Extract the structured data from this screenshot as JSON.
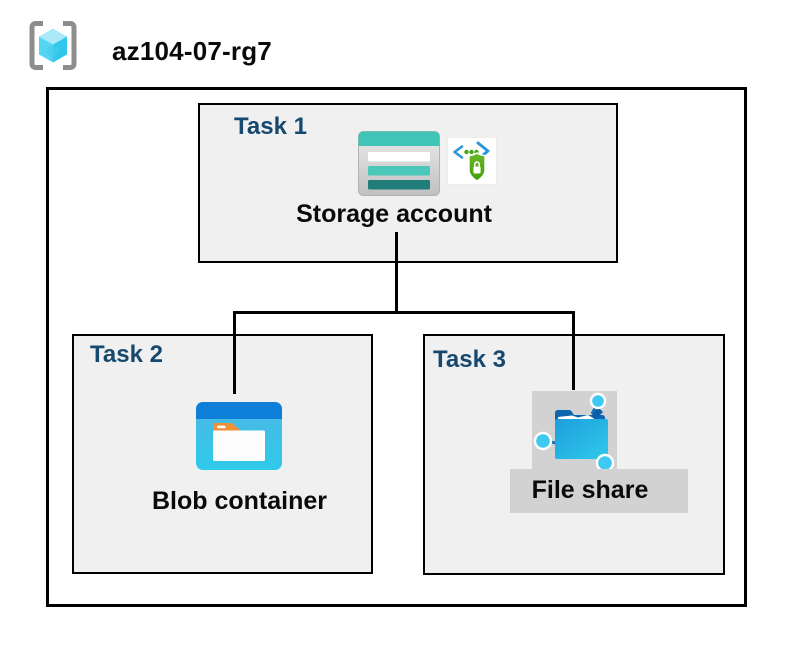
{
  "header": {
    "title": "az104-07-rg7",
    "icon": "resource-group-icon"
  },
  "tasks": [
    {
      "label": "Task 1",
      "resource": "Storage account",
      "icons": [
        "storage-account-icon",
        "storage-security-icon"
      ]
    },
    {
      "label": "Task 2",
      "resource": "Blob container",
      "icons": [
        "blob-container-icon"
      ]
    },
    {
      "label": "Task 3",
      "resource": "File share",
      "icons": [
        "file-share-icon"
      ]
    }
  ],
  "connections": [
    {
      "from": "Storage account",
      "to": "Blob container"
    },
    {
      "from": "Storage account",
      "to": "File share"
    }
  ],
  "colors": {
    "task_label": "#17496e",
    "text": "#0a0a0a",
    "box_fill": "#f0f0f0",
    "border": "#000000",
    "highlight_gray": "#d2d2d2",
    "storage_teal": "#3fc4b5",
    "storage_teal_dark": "#207e7a",
    "blob_header_blue": "#0e7fd9",
    "blob_body_cyan": "#35c5e8",
    "folder_tab_orange": "#f09038",
    "share_node_cyan": "#3ec9f2",
    "shield_green": "#4aa50e",
    "code_bracket_blue": "#2d96da",
    "rg_bracket_gray": "#8d8d8d",
    "rg_cube_cyan": "#2fc7ec"
  }
}
